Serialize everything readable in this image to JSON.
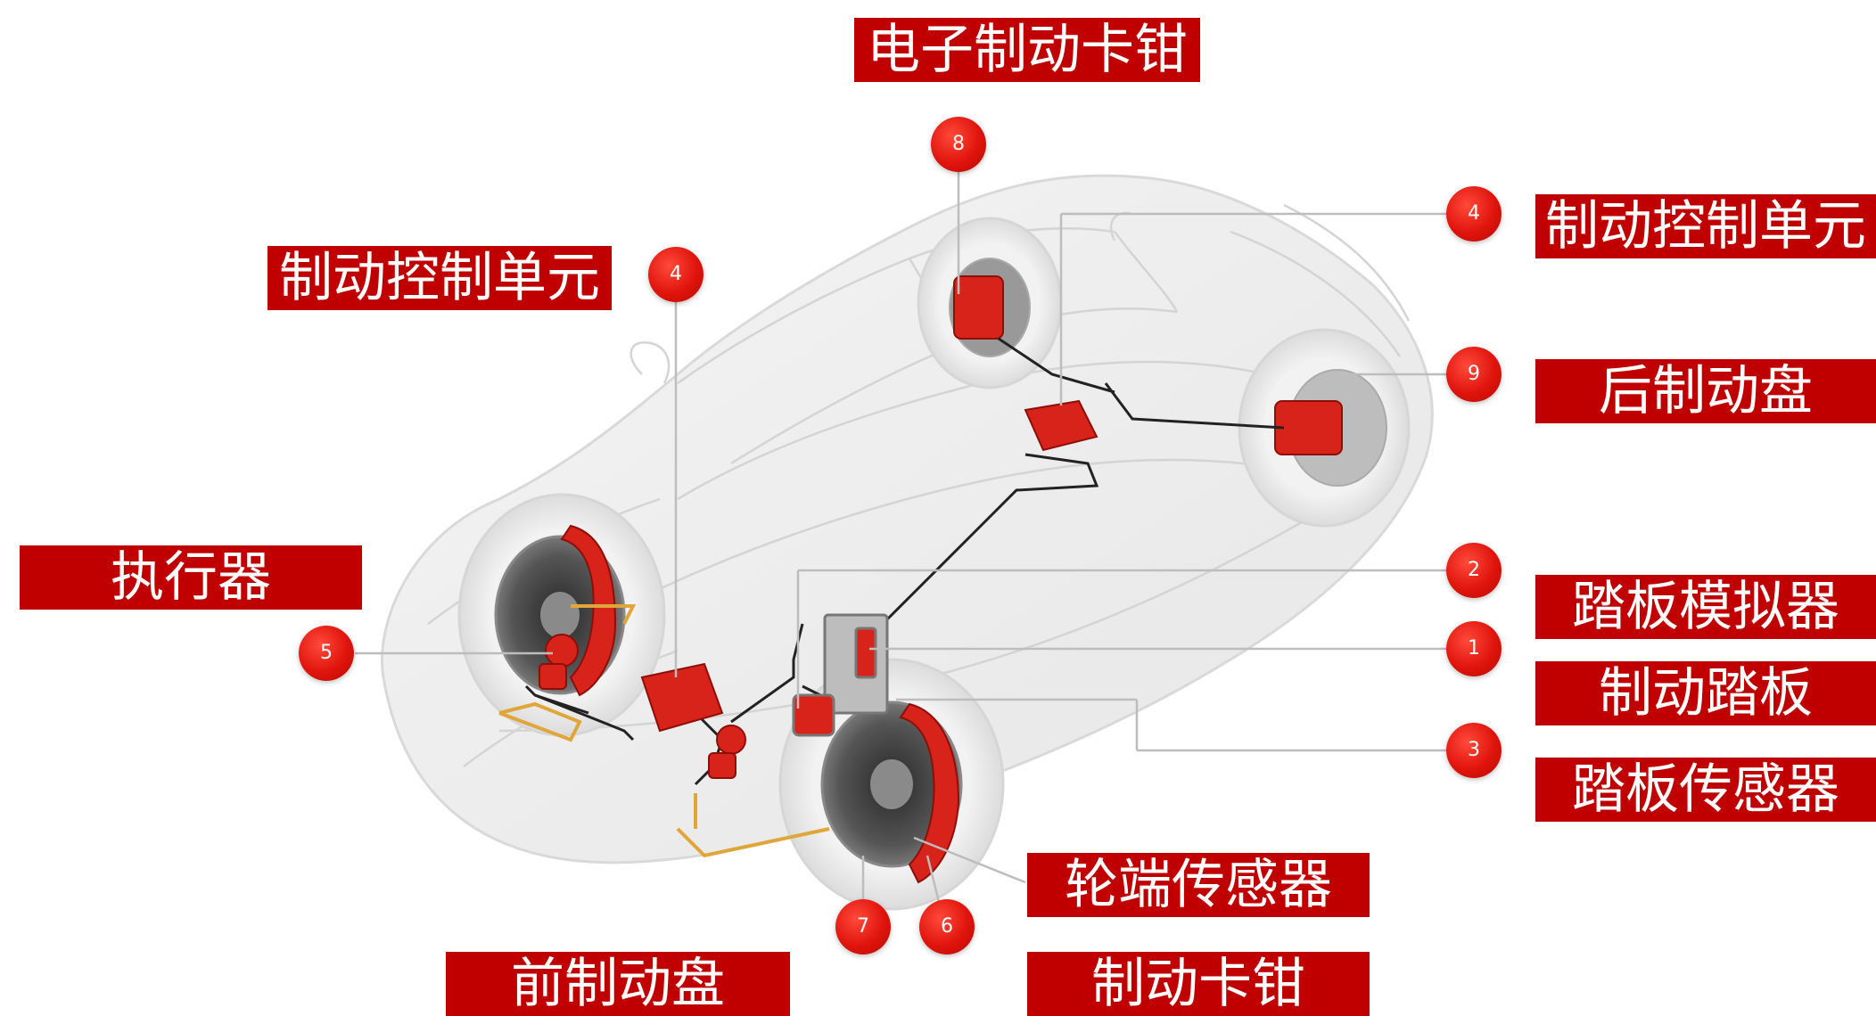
{
  "labels": {
    "epb": "电子制动卡钳",
    "bcu_left": "制动控制单元",
    "bcu_right": "制动控制单元",
    "actuator": "执行器",
    "rear_disc": "后制动盘",
    "pedal_sim": "踏板模拟器",
    "brake_pedal": "制动踏板",
    "pedal_sensor": "踏板传感器",
    "wheel_sensor": "轮端传感器",
    "front_disc": "前制动盘",
    "caliper": "制动卡钳"
  },
  "badges": {
    "b8": "8",
    "b4_left": "4",
    "b4_right": "4",
    "b9": "9",
    "b2": "2",
    "b1": "1",
    "b3": "3",
    "b5": "5",
    "b7": "7",
    "b6": "6"
  },
  "colors": {
    "label_bg": "#c00000",
    "component_red": "#d8231a",
    "leader_line": "#b8b8b8",
    "wire": "#222222",
    "hydraulic_line": "#e0a63a"
  }
}
